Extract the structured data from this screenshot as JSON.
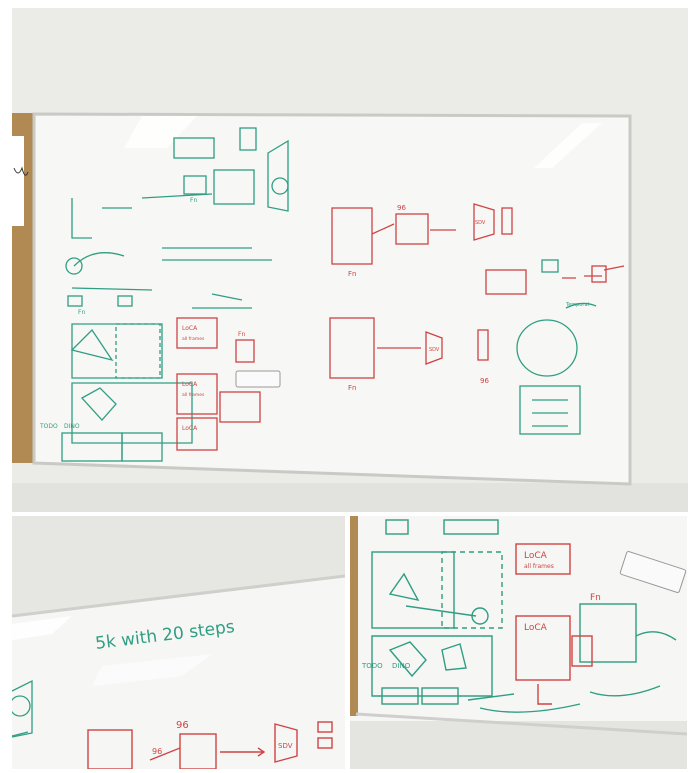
{
  "photos": [
    {
      "id": "top",
      "subject": "whiteboard-full-view",
      "labels": {
        "fn1": "Fn",
        "fn2": "Fn",
        "fn3": "Fn",
        "fn4": "Fn",
        "fn_left": "Fn",
        "n96": "96",
        "n96b": "96",
        "loca1": "LoCA",
        "loca1_sub": "all frames",
        "loca2": "LoCA",
        "loca2_sub": "all frames",
        "loca3": "LoCA",
        "todo": "TODO",
        "dino": "DINO",
        "sdv": "SDV",
        "sdv2": "SDV",
        "temporal": "Temporal"
      }
    },
    {
      "id": "bottom-left",
      "subject": "whiteboard-closeup-note",
      "labels": {
        "note": "5k with 20 steps",
        "n96": "96",
        "n96b": "96",
        "sdv": "SDV"
      }
    },
    {
      "id": "bottom-right",
      "subject": "whiteboard-closeup-lower-left",
      "labels": {
        "loca1": "LoCA",
        "loca1_sub": "all frames",
        "loca2": "LoCA",
        "todo": "TODO",
        "dino": "DINO",
        "fn": "Fn"
      }
    }
  ],
  "colors": {
    "wall": "#e9e8e4",
    "board": "#f6f6f4",
    "frame": "#c9c9c6",
    "cork": "#b08a52",
    "green_ink": "#2f9e83",
    "red_ink": "#cf4444"
  }
}
